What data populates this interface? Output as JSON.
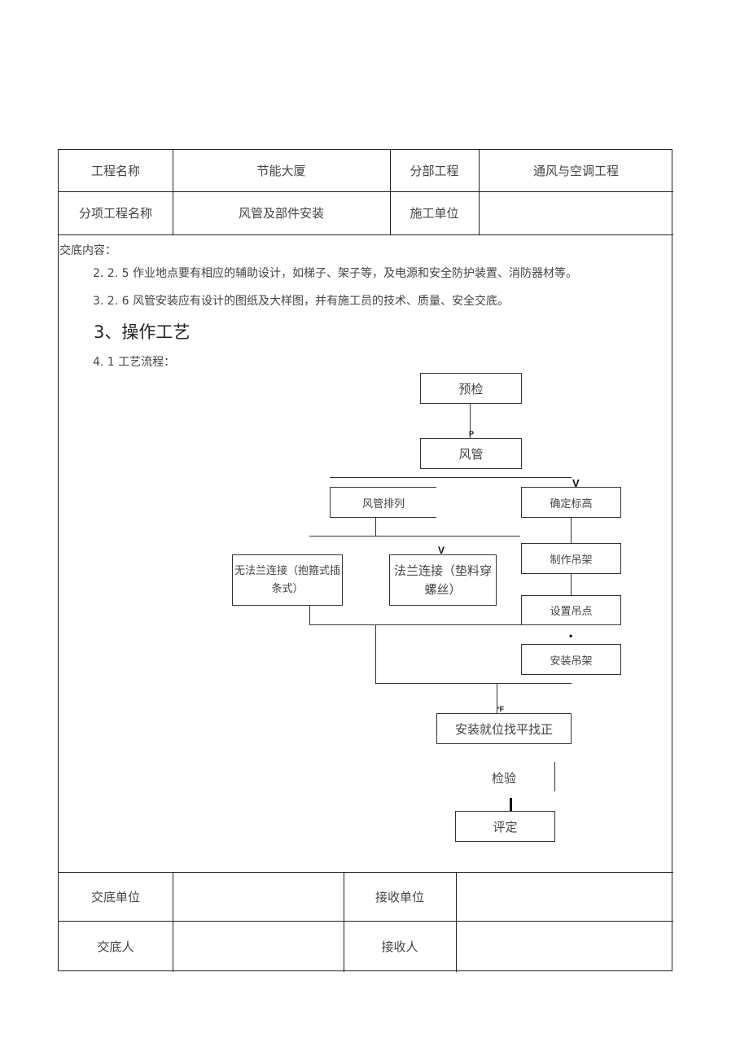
{
  "header_table": {
    "project_name_label": "工程名称",
    "project_name_value": "节能大厦",
    "division_label": "分部工程",
    "division_value": "通风与空调工程",
    "subitem_label": "分项工程名称",
    "subitem_value": "风管及部件安装",
    "contractor_label": "施工单位",
    "contractor_value": ""
  },
  "content": {
    "label": "交底内容：",
    "para1": "2. 2. 5 作业地点要有相应的辅助设计，如梯子、架子等，及电源和安全防护装置、消防器材等。",
    "para2": "3. 2. 6 风管安装应有设计的图纸及大样图，并有施工员的技术、质量、安全交底。",
    "section_title": "3、操作工艺",
    "flow_label": "4. 1 工艺流程："
  },
  "flowchart": {
    "precheck": "预检",
    "duct": "风管",
    "duct_arrange": "风管排列",
    "set_elevation": "确定标高",
    "make_hanger": "制作吊架",
    "flangeless_line1": "无法兰连接（抱箍式插",
    "flangeless_line2": "条式）",
    "flange_line1": "法兰连接（垫料穿",
    "flange_line2": "螺丝）",
    "set_hang_point": "设置吊点",
    "install_hanger": "安装吊架",
    "install_level": "安装就位找平找正",
    "inspect": "检验",
    "evaluate": "评定",
    "mark_p": "P",
    "mark_v1": "V",
    "mark_v2": "V",
    "mark_dot": "•",
    "mark_f": "°F",
    "mark_bar": "I"
  },
  "footer_table": {
    "issuer_unit_label": "交底单位",
    "issuer_unit_value": "",
    "receiver_unit_label": "接收单位",
    "receiver_unit_value": "",
    "issuer_label": "交底人",
    "issuer_value": "",
    "receiver_label": "接收人",
    "receiver_value": ""
  }
}
